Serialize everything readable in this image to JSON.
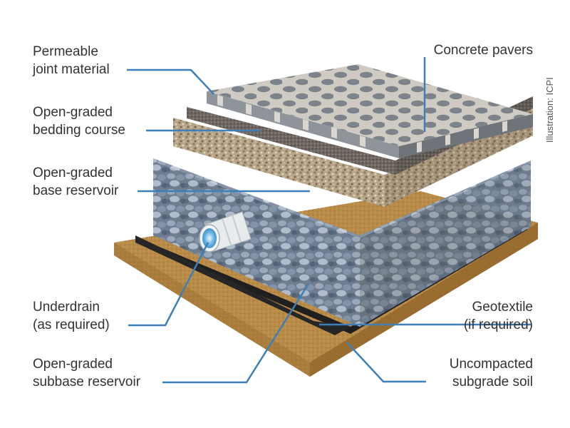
{
  "labels": {
    "permeable_joint": [
      "Permeable",
      "joint material"
    ],
    "bedding_course": [
      "Open-graded",
      "bedding course"
    ],
    "base_reservoir": [
      "Open-graded",
      "base reservoir"
    ],
    "underdrain": [
      "Underdrain",
      "(as required)"
    ],
    "subbase_reservoir": [
      "Open-graded",
      "subbase reservoir"
    ],
    "concrete_pavers": "Concrete pavers",
    "geotextile": [
      "Geotextile",
      "(if required)"
    ],
    "subgrade_soil": [
      "Uncompacted",
      "subgrade soil"
    ]
  },
  "credit": "Illustration: ICPI",
  "colors": {
    "leader": "#3d7fb8",
    "text": "#333333",
    "pavers": "#7a7f86",
    "joint": "#c9c5bb",
    "bedding": "#b7a58a",
    "base": "#a8a6a0",
    "subbase": "#7f8ea0",
    "geotextile": "#1e1e1e",
    "soil": "#b88a45"
  },
  "icons": [
    "pipe-icon"
  ]
}
